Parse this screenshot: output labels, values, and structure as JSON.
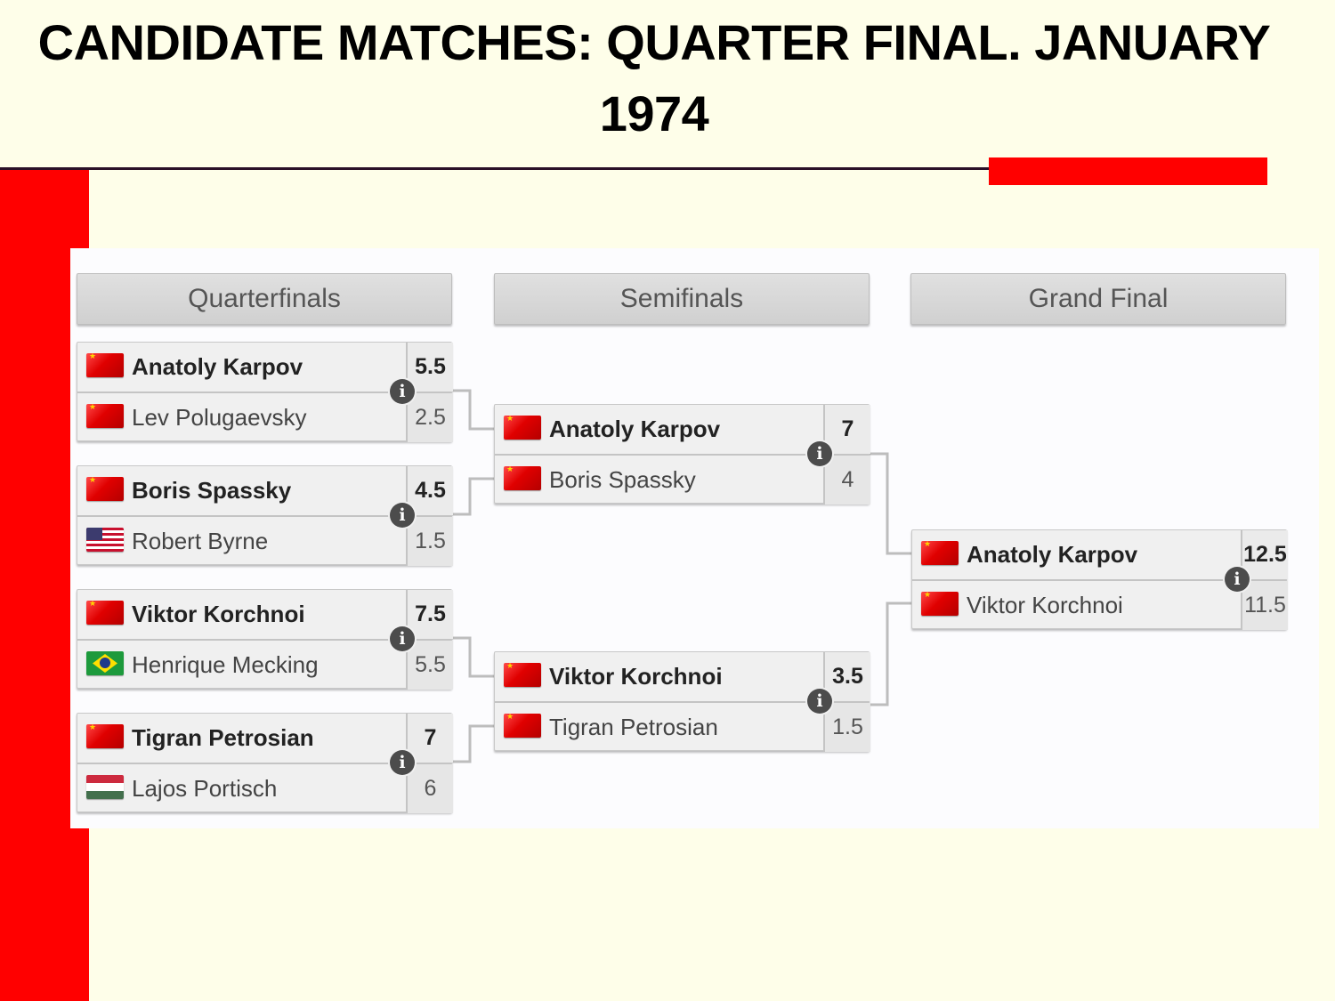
{
  "title": "CANDIDATE MATCHES: QUARTER FINAL. JANUARY 1974",
  "colors": {
    "accent_red": "#ff0000",
    "background": "#fefee9",
    "winner_text": "#222222"
  },
  "rounds": [
    "Quarterfinals",
    "Semifinals",
    "Grand Final"
  ],
  "info_glyph": "i",
  "quarterfinals": [
    {
      "players": [
        {
          "name": "Anatoly Karpov",
          "score": "5.5",
          "flag": "soviet",
          "winner": true
        },
        {
          "name": "Lev Polugaevsky",
          "score": "2.5",
          "flag": "soviet",
          "winner": false
        }
      ]
    },
    {
      "players": [
        {
          "name": "Boris Spassky",
          "score": "4.5",
          "flag": "soviet",
          "winner": true
        },
        {
          "name": "Robert Byrne",
          "score": "1.5",
          "flag": "usa",
          "winner": false
        }
      ]
    },
    {
      "players": [
        {
          "name": "Viktor Korchnoi",
          "score": "7.5",
          "flag": "soviet",
          "winner": true
        },
        {
          "name": "Henrique Mecking",
          "score": "5.5",
          "flag": "brazil",
          "winner": false
        }
      ]
    },
    {
      "players": [
        {
          "name": "Tigran Petrosian",
          "score": "7",
          "flag": "soviet",
          "winner": true
        },
        {
          "name": "Lajos Portisch",
          "score": "6",
          "flag": "hungary",
          "winner": false
        }
      ]
    }
  ],
  "semifinals": [
    {
      "players": [
        {
          "name": "Anatoly Karpov",
          "score": "7",
          "flag": "soviet",
          "winner": true
        },
        {
          "name": "Boris Spassky",
          "score": "4",
          "flag": "soviet",
          "winner": false
        }
      ]
    },
    {
      "players": [
        {
          "name": "Viktor Korchnoi",
          "score": "3.5",
          "flag": "soviet",
          "winner": true
        },
        {
          "name": "Tigran Petrosian",
          "score": "1.5",
          "flag": "soviet",
          "winner": false
        }
      ]
    }
  ],
  "grand_final": [
    {
      "players": [
        {
          "name": "Anatoly Karpov",
          "score": "12.5",
          "flag": "soviet",
          "winner": true
        },
        {
          "name": "Viktor Korchnoi",
          "score": "11.5",
          "flag": "soviet",
          "winner": false
        }
      ]
    }
  ]
}
